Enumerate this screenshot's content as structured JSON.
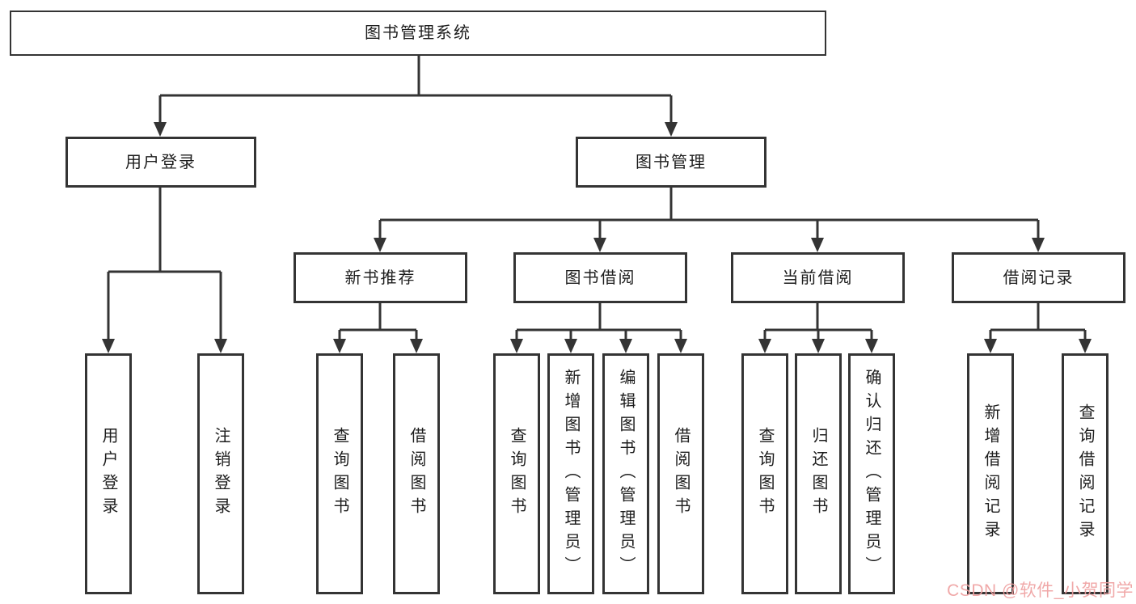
{
  "tree": {
    "label": "图书管理系统",
    "children": [
      {
        "label": "用户登录",
        "children": [
          {
            "label": "用户登录"
          },
          {
            "label": "注销登录"
          }
        ]
      },
      {
        "label": "图书管理",
        "children": [
          {
            "label": "新书推荐",
            "children": [
              {
                "label": "查询图书"
              },
              {
                "label": "借阅图书"
              }
            ]
          },
          {
            "label": "图书借阅",
            "children": [
              {
                "label": "查询图书"
              },
              {
                "label": "新增图书（管理员）"
              },
              {
                "label": "编辑图书（管理员）"
              },
              {
                "label": "借阅图书"
              }
            ]
          },
          {
            "label": "当前借阅",
            "children": [
              {
                "label": "查询图书"
              },
              {
                "label": "归还图书"
              },
              {
                "label": "确认归还（管理员）"
              }
            ]
          },
          {
            "label": "借阅记录",
            "children": [
              {
                "label": "新增借阅记录"
              },
              {
                "label": "查询借阅记录"
              }
            ]
          }
        ]
      }
    ]
  },
  "watermark": {
    "text": "CSDN @软件_小贺同学",
    "color": "#ef9f9f"
  },
  "colors": {
    "line": "#343434",
    "text": "#1d1d1d",
    "background": "#ffffff"
  }
}
